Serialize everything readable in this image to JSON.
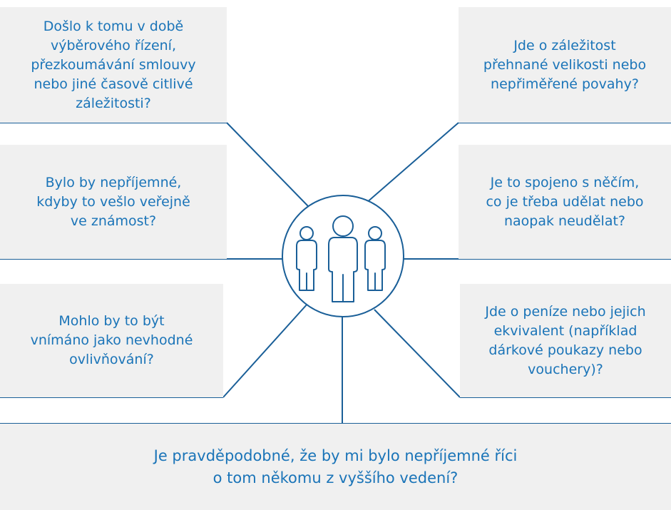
{
  "diagram": {
    "colors": {
      "accent": "#1a74b8",
      "line": "#1a5f98",
      "box_fill": "#f0f0f0"
    },
    "hub_icon": "people-group-icon",
    "boxes": {
      "top_left": "Došlo k tomu v době\nvýběrového řízení,\npřezkoumávání smlouvy\nnebo jiné časově citlivé\nzáležitosti?",
      "top_right": "Jde o záležitost\npřehnané velikosti nebo\nnepřiměřené povahy?",
      "mid_left": "Bylo by nepříjemné,\nkdyby to vešlo veřejně\nve známost?",
      "mid_right": "Je to spojeno s něčím,\nco je třeba udělat nebo\nnaopak neudělat?",
      "low_left": "Mohlo by to být\nvnímáno jako nevhodné\novlivňování?",
      "low_right": "Jde o peníze nebo jejich\nekvivalent (například\ndárkové poukazy nebo\nvouchery)?",
      "bottom": "Je pravděpodobné, že by mi bylo nepříjemné říci\no tom někomu z vyššího vedení?"
    }
  }
}
